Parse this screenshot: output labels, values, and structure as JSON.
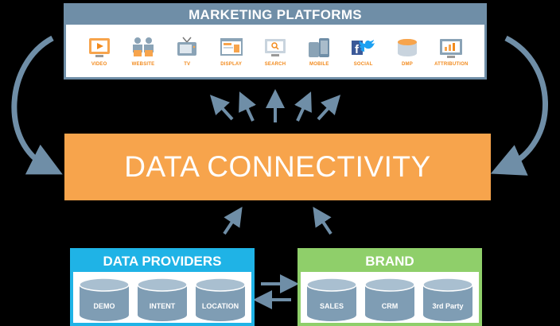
{
  "marketing": {
    "title": "MARKETING PLATFORMS",
    "platforms": [
      {
        "label": "VIDEO",
        "icon": "video-icon"
      },
      {
        "label": "WEBSITE",
        "icon": "website-icon"
      },
      {
        "label": "TV",
        "icon": "tv-icon"
      },
      {
        "label": "DISPLAY",
        "icon": "display-icon"
      },
      {
        "label": "SEARCH",
        "icon": "search-icon"
      },
      {
        "label": "MOBILE",
        "icon": "mobile-icon"
      },
      {
        "label": "SOCIAL",
        "icon": "social-icon"
      },
      {
        "label": "DMP",
        "icon": "dmp-icon"
      },
      {
        "label": "ATTRIBUTION",
        "icon": "attribution-icon"
      }
    ]
  },
  "connectivity": {
    "title": "DATA CONNECTIVITY"
  },
  "data_providers": {
    "title": "DATA PROVIDERS",
    "items": [
      "DEMO",
      "INTENT",
      "LOCATION"
    ]
  },
  "brand": {
    "title": "BRAND",
    "items": [
      "SALES",
      "CRM",
      "3rd Party"
    ]
  },
  "colors": {
    "platforms_header": "#6f8ea7",
    "connectivity": "#f7a44c",
    "providers": "#1fb3e6",
    "brand": "#8fcf6a",
    "arrows": "#6f8ea7",
    "cylinder": "#7f9db4"
  }
}
